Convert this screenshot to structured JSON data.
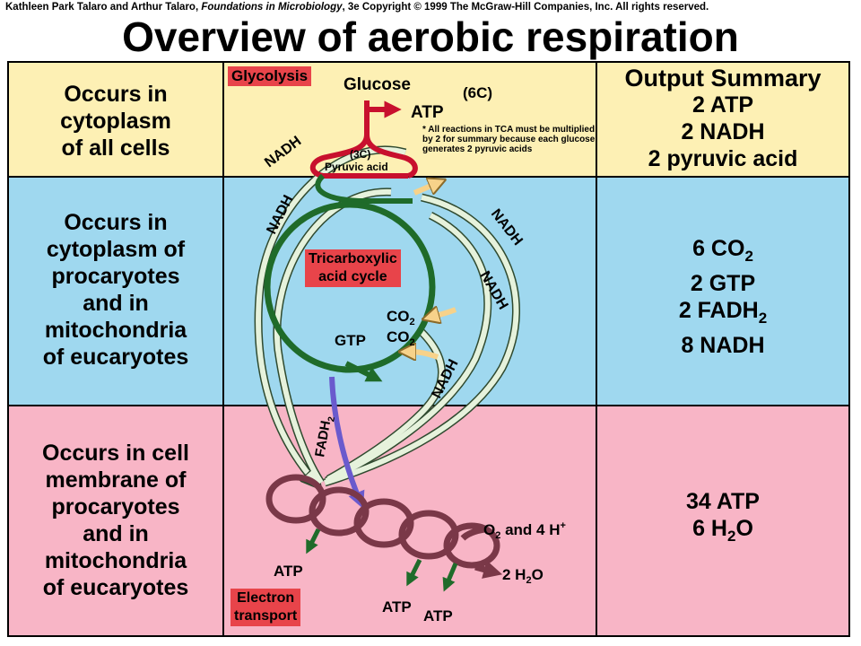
{
  "header": {
    "credit_authors": "Kathleen Park Talaro and Arthur Talaro, ",
    "credit_book": "Foundations in Microbiology",
    "credit_rest": ", 3e Copyright © 1999 The McGraw-Hill Companies, Inc.  All rights reserved.",
    "title": "Overview of aerobic respiration"
  },
  "colors": {
    "yellow_band": "#fdf0b4",
    "blue_band": "#9fd8ef",
    "pink_band": "#f8b5c6",
    "label_red": "#e8444a",
    "glycolysis_arrow": "#c8102e",
    "tca_cycle": "#1f6b2a",
    "nadh_arrow": "#e6f2dc",
    "fadh2_arrow": "#6a5acd",
    "electron_chain": "#7a3848",
    "co2_arrow": "#f7d28a"
  },
  "rows": [
    {
      "location": [
        "Occurs in",
        "cytoplasm",
        "of all cells"
      ],
      "stage": "Glycolysis",
      "output": [
        "2 ATP",
        "2 NADH",
        "2 pyruvic acid"
      ],
      "output_title": "Output Summary"
    },
    {
      "location": [
        "Occurs in",
        "cytoplasm of",
        "procaryotes",
        "and in",
        "mitochondria",
        "of eucaryotes"
      ],
      "stage": [
        "Tricarboxylic",
        "acid cycle"
      ],
      "output": [
        {
          "text": "6 CO",
          "sub": "2"
        },
        {
          "text": "2 GTP",
          "sub": ""
        },
        {
          "text": "2 FADH",
          "sub": "2"
        },
        {
          "text": "8 NADH",
          "sub": ""
        }
      ]
    },
    {
      "location": [
        "Occurs in cell",
        "membrane of",
        "procaryotes",
        "and in",
        "mitochondria",
        "of eucaryotes"
      ],
      "stage": [
        "Electron",
        "transport"
      ],
      "output": [
        {
          "text": "34 ATP",
          "sub": "",
          "tail": ""
        },
        {
          "text": "6 H",
          "sub": "2",
          "tail": "O"
        }
      ]
    }
  ],
  "diagram": {
    "glucose": "Glucose",
    "six_c": "(6C)",
    "atp": "ATP",
    "three_c": "(3C)",
    "pyruvic": "Pyruvic acid",
    "note": "* All reactions in TCA must be multiplied by 2 for summary because each glucose generates 2 pyruvic acids",
    "nadh": "NADH",
    "fadh": "FADH",
    "fadh_sub": "2",
    "co2": "CO",
    "co2_sub": "2",
    "gtp": "GTP",
    "o2_a": "O",
    "o2_sub": "2",
    "o2_b": " and 4 H",
    "o2_sup": "+",
    "h2o_a": "2 H",
    "h2o_sub": "2",
    "h2o_b": "O"
  }
}
